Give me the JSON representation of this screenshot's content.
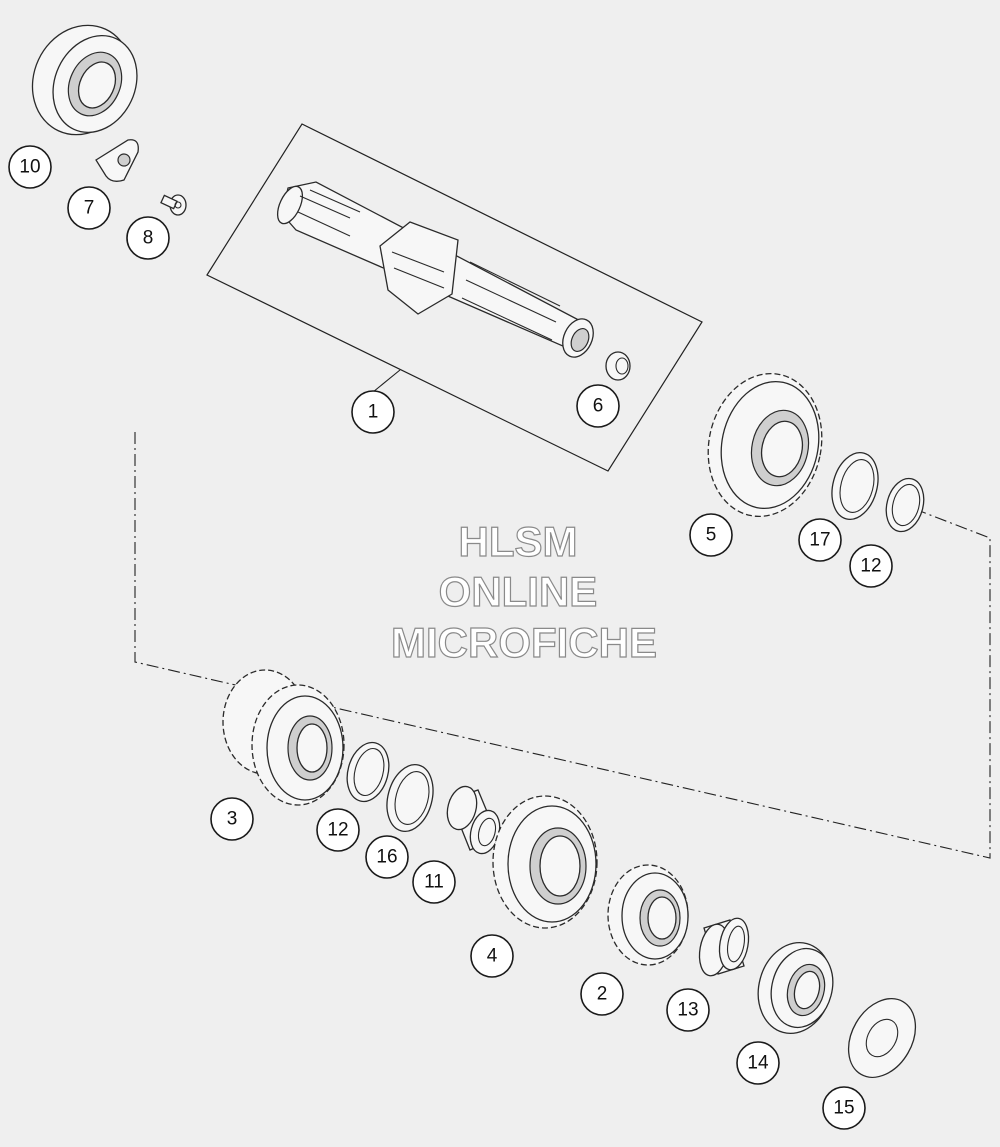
{
  "watermark": {
    "line1": "HLSM",
    "line2": "ONLINE",
    "line3": "MICROFICHE"
  },
  "callouts": {
    "c1": "1",
    "c2": "2",
    "c3": "3",
    "c4": "4",
    "c5": "5",
    "c6": "6",
    "c7": "7",
    "c8": "8",
    "c10": "10",
    "c11": "11",
    "c12a": "12",
    "c12b": "12",
    "c13": "13",
    "c14": "14",
    "c15": "15",
    "c16": "16",
    "c17": "17"
  }
}
